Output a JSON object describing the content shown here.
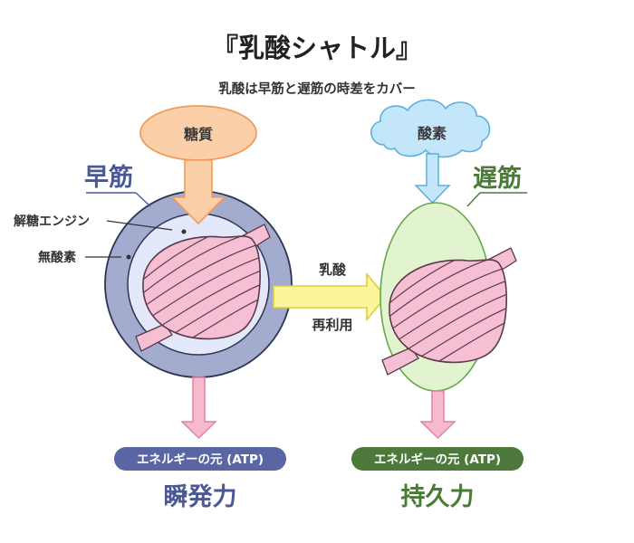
{
  "title": "『乳酸シャトル』",
  "subtitle": "乳酸は早筋と遅筋の時差をカバー",
  "fast_muscle": {
    "label": "早筋",
    "input": "糖質",
    "annotation_1": "解糖エンジン",
    "annotation_2": "無酸素",
    "badge": "エネルギーの元 (ATP)",
    "result": "瞬発力"
  },
  "slow_muscle": {
    "label": "遅筋",
    "input": "酸素",
    "badge": "エネルギーの元 (ATP)",
    "result": "持久力"
  },
  "shuttle": {
    "top_label": "乳酸",
    "bottom_label": "再利用"
  },
  "colors": {
    "fast_text": "#4a5894",
    "slow_text": "#4a7b35",
    "fast_badge": "#5a66a3",
    "slow_badge": "#4d7a3a",
    "outer_ring": "#a3abcf",
    "inner_circle": "#e4e8fb",
    "green_ellipse": "#e1f4cf",
    "orange_fill": "#fbcfa8",
    "cloud_fill": "#c3e6fb",
    "yellow_arrow": "#fdf59a",
    "pink_arrow": "#f7b9cd",
    "muscle_fill": "#f6bfd3"
  }
}
